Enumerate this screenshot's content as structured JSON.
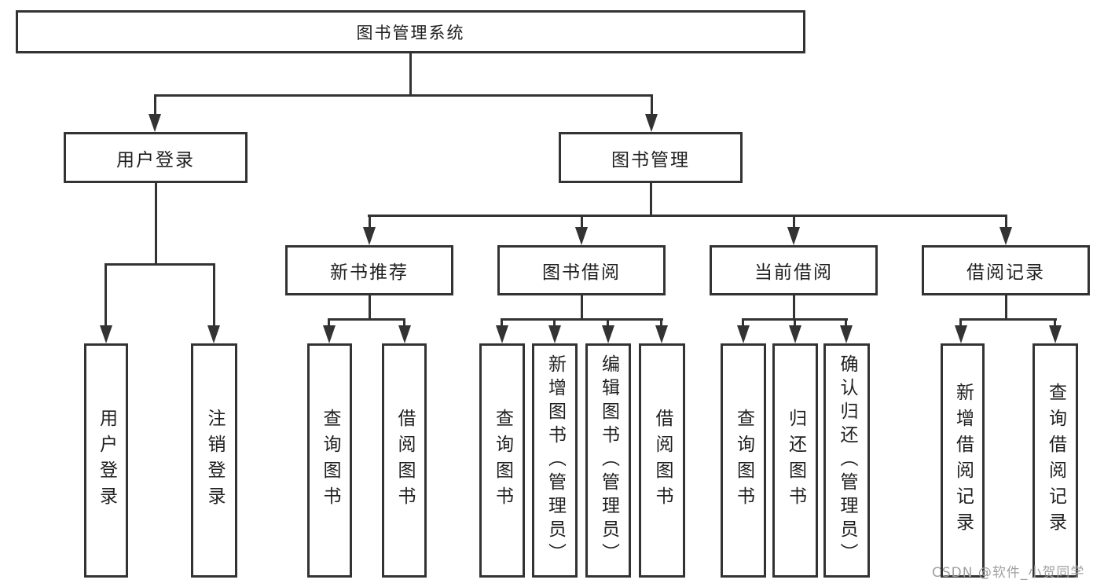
{
  "diagram": {
    "root": {
      "label": "图书管理系统"
    },
    "branches": [
      {
        "label": "用户登录",
        "children": [
          {
            "label": "用户登录"
          },
          {
            "label": "注销登录"
          }
        ]
      },
      {
        "label": "图书管理",
        "children": [
          {
            "label": "新书推荐",
            "children": [
              {
                "label": "查询图书"
              },
              {
                "label": "借阅图书"
              }
            ]
          },
          {
            "label": "图书借阅",
            "children": [
              {
                "label": "查询图书"
              },
              {
                "label": "新增图书（管理员）"
              },
              {
                "label": "编辑图书（管理员）"
              },
              {
                "label": "借阅图书"
              }
            ]
          },
          {
            "label": "当前借阅",
            "children": [
              {
                "label": "查询图书"
              },
              {
                "label": "归还图书"
              },
              {
                "label": "确认归还（管理员）"
              }
            ]
          },
          {
            "label": "借阅记录",
            "children": [
              {
                "label": "新增借阅记录"
              },
              {
                "label": "查询借阅记录"
              }
            ]
          }
        ]
      }
    ]
  },
  "watermark": {
    "text": "CSDN @软件_小贺同学"
  },
  "icons": {
    "connector_arrow": "filled-down-triangle"
  },
  "colors": {
    "line": "#333333",
    "text": "#1f1f1f",
    "background": "#ffffff",
    "watermark": "#a0a0a0"
  }
}
